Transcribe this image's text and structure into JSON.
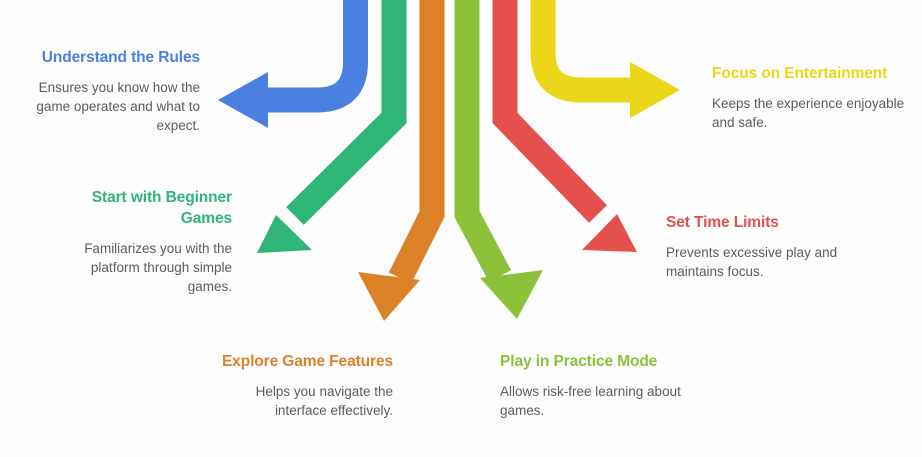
{
  "diagram": {
    "type": "radiating-arrows-infographic",
    "background_color": "#fdfdfd",
    "branch_count": 6,
    "branches": [
      {
        "id": "understand-rules",
        "title": "Understand the Rules",
        "description": "Ensures you know how the game operates and what to expect.",
        "color": "#4a80df",
        "direction": "left",
        "align": "right"
      },
      {
        "id": "beginner-games",
        "title": "Start with Beginner Games",
        "description": "Familiarizes you with the platform through simple games.",
        "color": "#2fb577",
        "direction": "down-left",
        "align": "right"
      },
      {
        "id": "explore-features",
        "title": "Explore Game Features",
        "description": "Helps you navigate the interface effectively.",
        "color": "#dd8128",
        "direction": "down",
        "align": "right"
      },
      {
        "id": "practice-mode",
        "title": "Play in Practice Mode",
        "description": "Allows risk-free learning about games.",
        "color": "#8cc139",
        "direction": "down",
        "align": "left"
      },
      {
        "id": "set-time-limits",
        "title": "Set Time Limits",
        "description": "Prevents excessive play and maintains focus.",
        "color": "#e4504c",
        "direction": "down-right",
        "align": "left"
      },
      {
        "id": "focus-entertainment",
        "title": "Focus on Entertainment",
        "description": "Keeps the experience enjoyable and safe.",
        "color": "#ebd61a",
        "direction": "right",
        "align": "left"
      }
    ]
  }
}
